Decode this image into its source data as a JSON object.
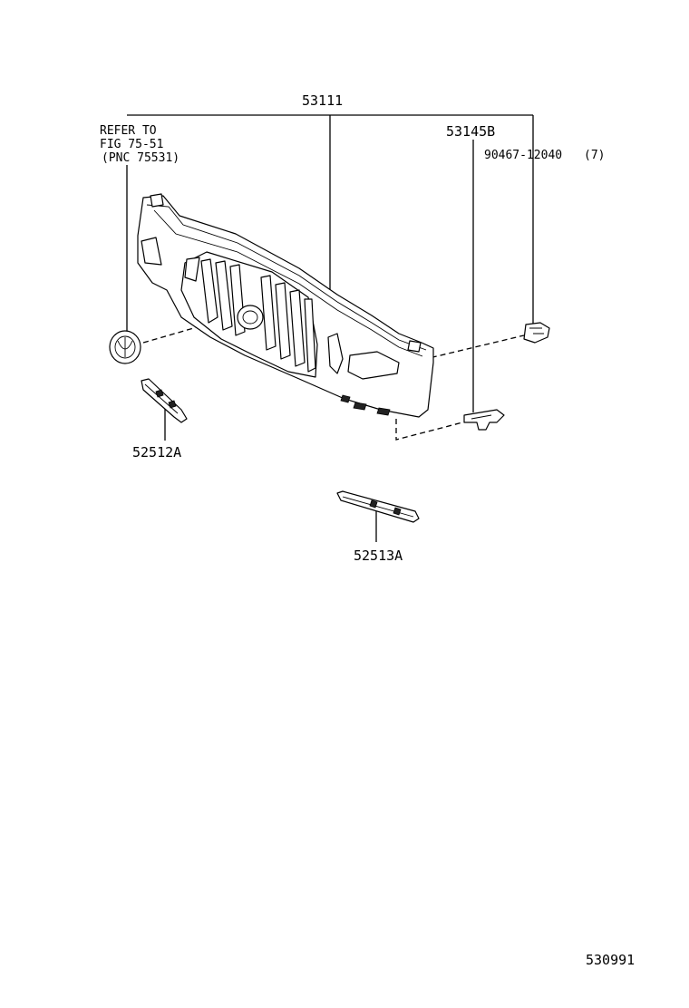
{
  "parts": {
    "grille": "53111",
    "retainer_b": "53145B",
    "clip": "90467-12040",
    "clip_qty": "(7)",
    "left_mold": "52512A",
    "lower_mold": "52513A"
  },
  "reference": {
    "line1": "REFER TO",
    "line2": "FIG 75-51",
    "line3": "(PNC 75531)"
  },
  "diagram_id": "530991"
}
